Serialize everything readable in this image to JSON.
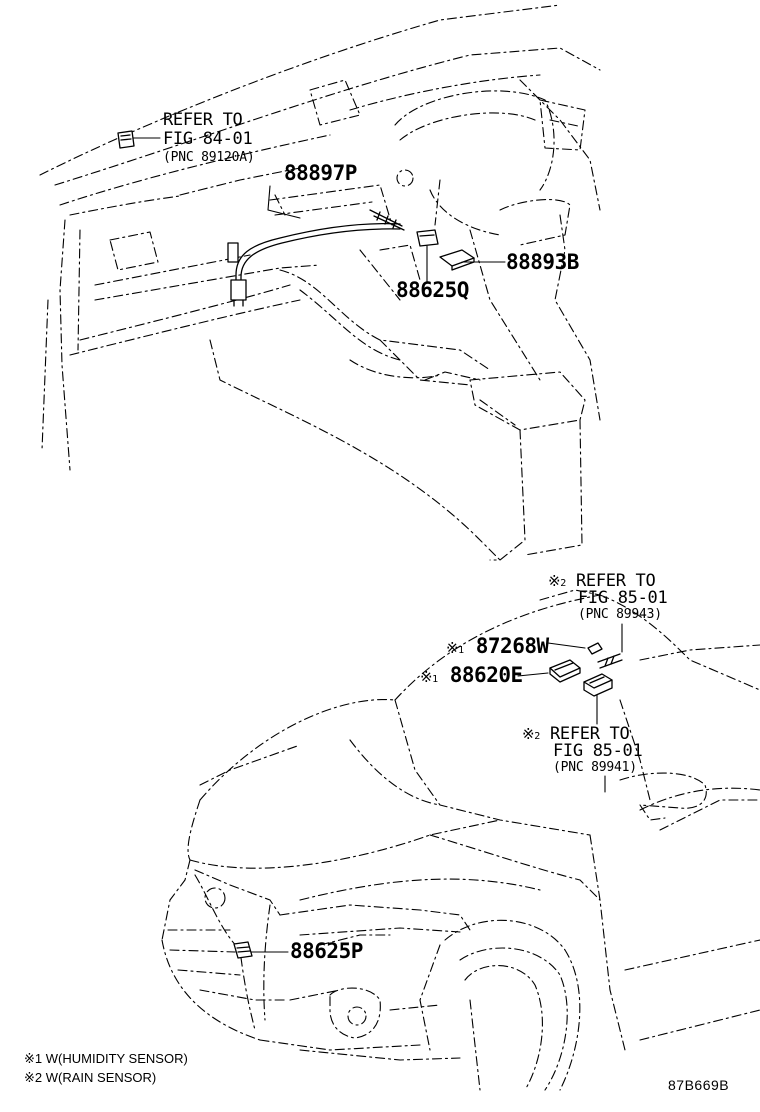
{
  "diagram_id": "87B669B",
  "reference_mark": "※",
  "callouts": {
    "top_ref": {
      "refer": "REFER TO",
      "fig": "FIG 84-01",
      "pnc": "(PNC 89120A)"
    },
    "ref_89943": {
      "refer": "REFER TO",
      "fig": "FIG 85-01",
      "pnc": "(PNC 89943)"
    },
    "ref_89941": {
      "refer": "REFER TO",
      "fig": "FIG 85-01",
      "pnc": "(PNC 89941)"
    }
  },
  "parts": {
    "p88897P": "88897P",
    "p88893B": "88893B",
    "p88625Q": "88625Q",
    "p87268W": "87268W",
    "p88620E": "88620E",
    "p88625P": "88625P"
  },
  "footnote_marks": {
    "one": "1",
    "two": "2"
  },
  "legend": {
    "note1": "1 W(HUMIDITY SENSOR)",
    "note2": "2 W(RAIN SENSOR)"
  }
}
